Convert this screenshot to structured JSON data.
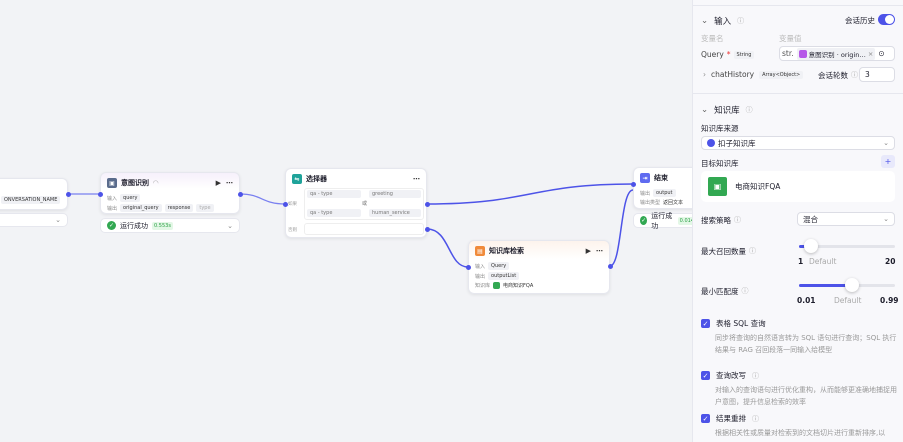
{
  "canvas": {
    "start_node": {
      "field": "ONVERSATION_NAME"
    },
    "intent_node": {
      "title": "意图识别",
      "input_label": "输入",
      "output_label": "输出",
      "input": "query",
      "outputs": [
        "original_query",
        "response",
        "type"
      ],
      "status": "运行成功",
      "time": "0.553s"
    },
    "selector_node": {
      "title": "选择器",
      "if_label": "如果",
      "else_label": "否则",
      "or_label": "或",
      "conditions": [
        {
          "left": "qa - type",
          "right": "greeting"
        },
        {
          "left": "qa - type",
          "right": "human_service"
        }
      ]
    },
    "kb_node": {
      "title": "知识库检索",
      "input_label": "输入",
      "output_label": "输出",
      "kb_label": "知识库",
      "input": "Query",
      "output": "outputList",
      "kb": "电商知识FQA"
    },
    "end_node": {
      "title": "结束",
      "output_label": "输出",
      "output": "output",
      "type_label": "输出类型",
      "type_value": "返回文本",
      "status": "运行成功",
      "time": "0.014"
    }
  },
  "panel": {
    "input": {
      "title": "输入",
      "history_label": "会话历史",
      "history_on": true,
      "col_name": "变量名",
      "col_value": "变量值",
      "query_name": "Query",
      "query_type": "String",
      "query_prefix": "str.",
      "query_ref": "意图识别 · origin…",
      "chat_name": "chatHistory",
      "chat_type": "Array<Object>",
      "rounds_label": "会话轮数",
      "rounds_value": "3"
    },
    "kb": {
      "title": "知识库",
      "source_label": "知识库来源",
      "source_value": "扣子知识库",
      "target_label": "目标知识库",
      "target_item": "电商知识FQA",
      "strategy_label": "搜索策略",
      "strategy_value": "混合",
      "max_label": "最大召回数量",
      "max_min": "1",
      "max_default": "Default",
      "max_max": "20",
      "max_fraction": 0.07,
      "min_label": "最小匹配度",
      "min_min": "0.01",
      "min_default": "Default",
      "min_max": "0.99",
      "min_fraction": 0.5,
      "options": [
        {
          "label": "表格 SQL 查询",
          "checked": true,
          "desc": "同步将查询的自然语言转为 SQL 语句进行查询；SQL 执行结果与 RAG 召回段落一同输入给模型"
        },
        {
          "label": "查询改写",
          "checked": true,
          "desc": "对输入的查询语句进行优化重构，从而能够更准确地捕捉用户意图，提升信息检索的效率"
        },
        {
          "label": "结果重排",
          "checked": true,
          "desc": "根据相关性或质量对检索到的文档切片进行重新排序,以"
        }
      ]
    }
  },
  "colors": {
    "accent": "#4d53e8",
    "success": "#32a852"
  }
}
